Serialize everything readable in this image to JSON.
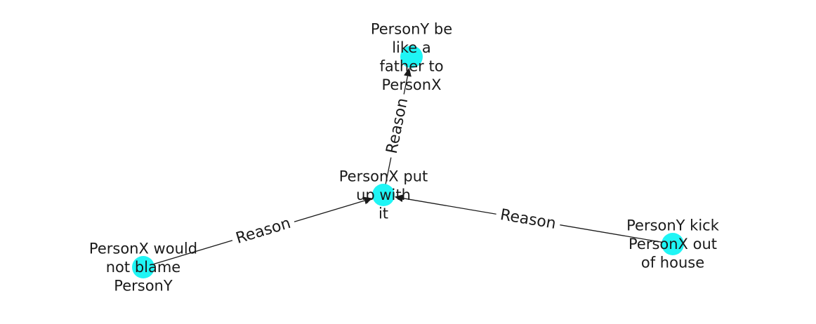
{
  "colors": {
    "node_fill": "#1ff5f5",
    "edge": "#1a1a1a",
    "text": "#1a1a1a",
    "background": "#ffffff"
  },
  "nodes": [
    {
      "id": "n_father",
      "lines": [
        "PersonY be",
        "like a",
        "father to",
        "PersonX"
      ]
    },
    {
      "id": "n_putup",
      "lines": [
        "PersonX put",
        "up with",
        "it"
      ]
    },
    {
      "id": "n_blame",
      "lines": [
        "PersonX would",
        "not blame",
        "PersonY"
      ]
    },
    {
      "id": "n_kick",
      "lines": [
        "PersonY kick",
        "PersonX out",
        "of house"
      ]
    }
  ],
  "edges": [
    {
      "id": "e_father",
      "source": "n_putup",
      "target": "n_father",
      "label": "Reason"
    },
    {
      "id": "e_blame",
      "source": "n_blame",
      "target": "n_putup",
      "label": "Reason"
    },
    {
      "id": "e_kick",
      "source": "n_kick",
      "target": "n_putup",
      "label": "Reason"
    }
  ]
}
